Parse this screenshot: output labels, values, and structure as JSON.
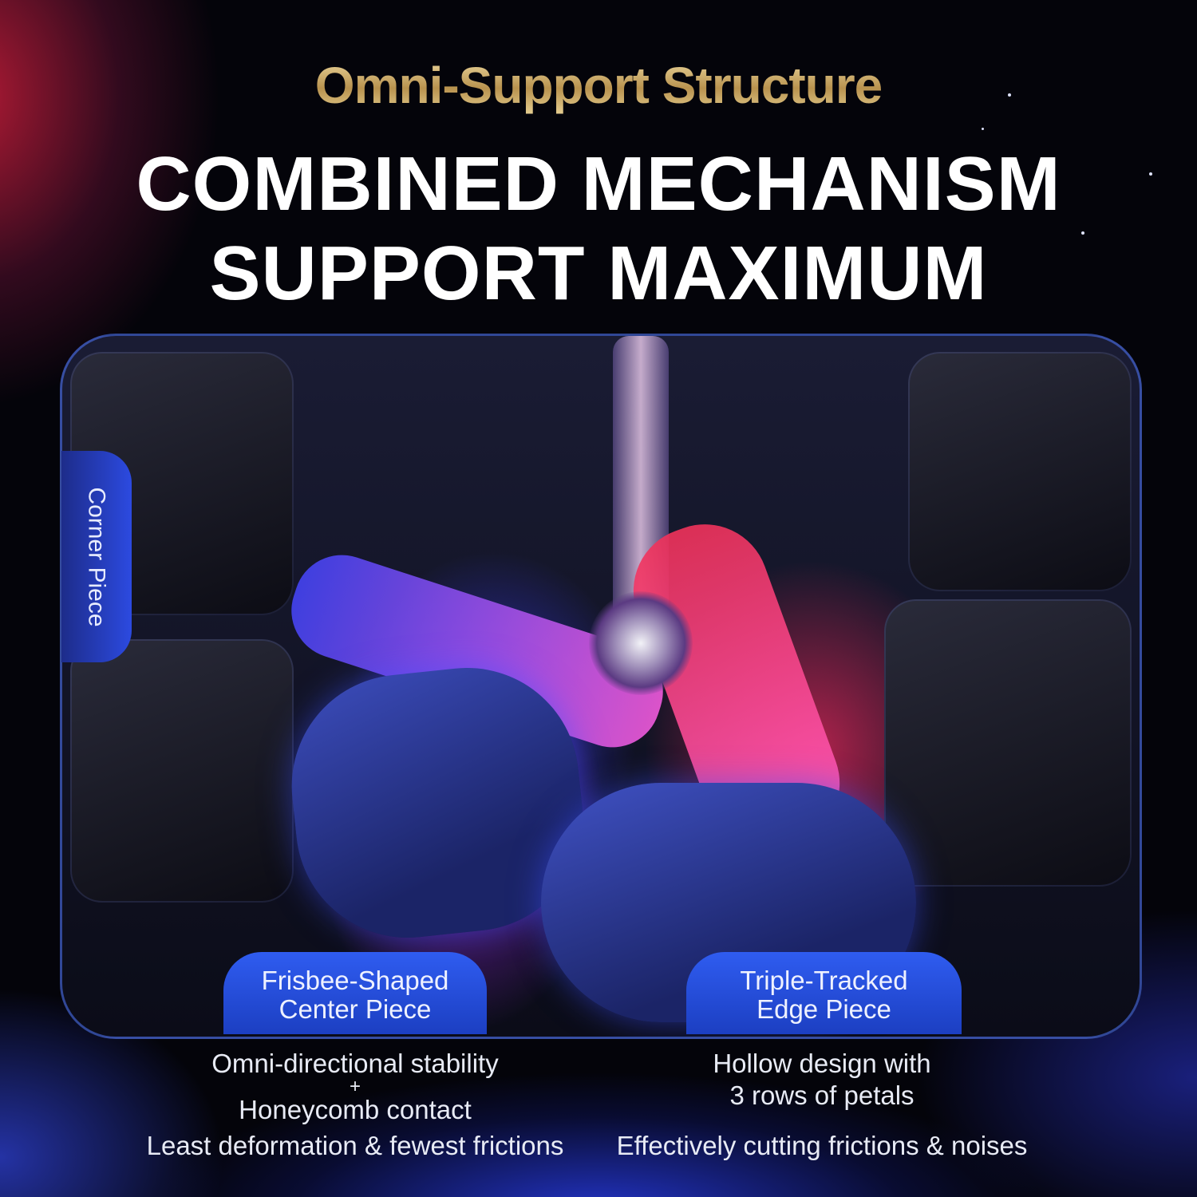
{
  "header": {
    "subtitle": "Omni-Support Structure",
    "headline_line1": "COMBINED MECHANISM",
    "headline_line2": "SUPPORT MAXIMUM"
  },
  "labels": {
    "corner_piece": "Corner Piece",
    "center_piece": {
      "title_line1": "Frisbee-Shaped",
      "title_line2": "Center Piece",
      "desc_line1": "Omni-directional stability",
      "desc_plus": "+",
      "desc_line2": "Honeycomb contact",
      "summary": "Least deformation & fewest frictions"
    },
    "edge_piece": {
      "title_line1": "Triple-Tracked",
      "title_line2": "Edge Piece",
      "desc_line1": "Hollow design with",
      "desc_line2": "3 rows of petals",
      "summary": "Effectively cutting frictions & noises"
    }
  },
  "colors": {
    "gold": "#c9ad6d",
    "accent_blue": "#2f5cf0",
    "accent_red": "#e0284f",
    "accent_pink": "#f05ad0",
    "background": "#04040a"
  }
}
